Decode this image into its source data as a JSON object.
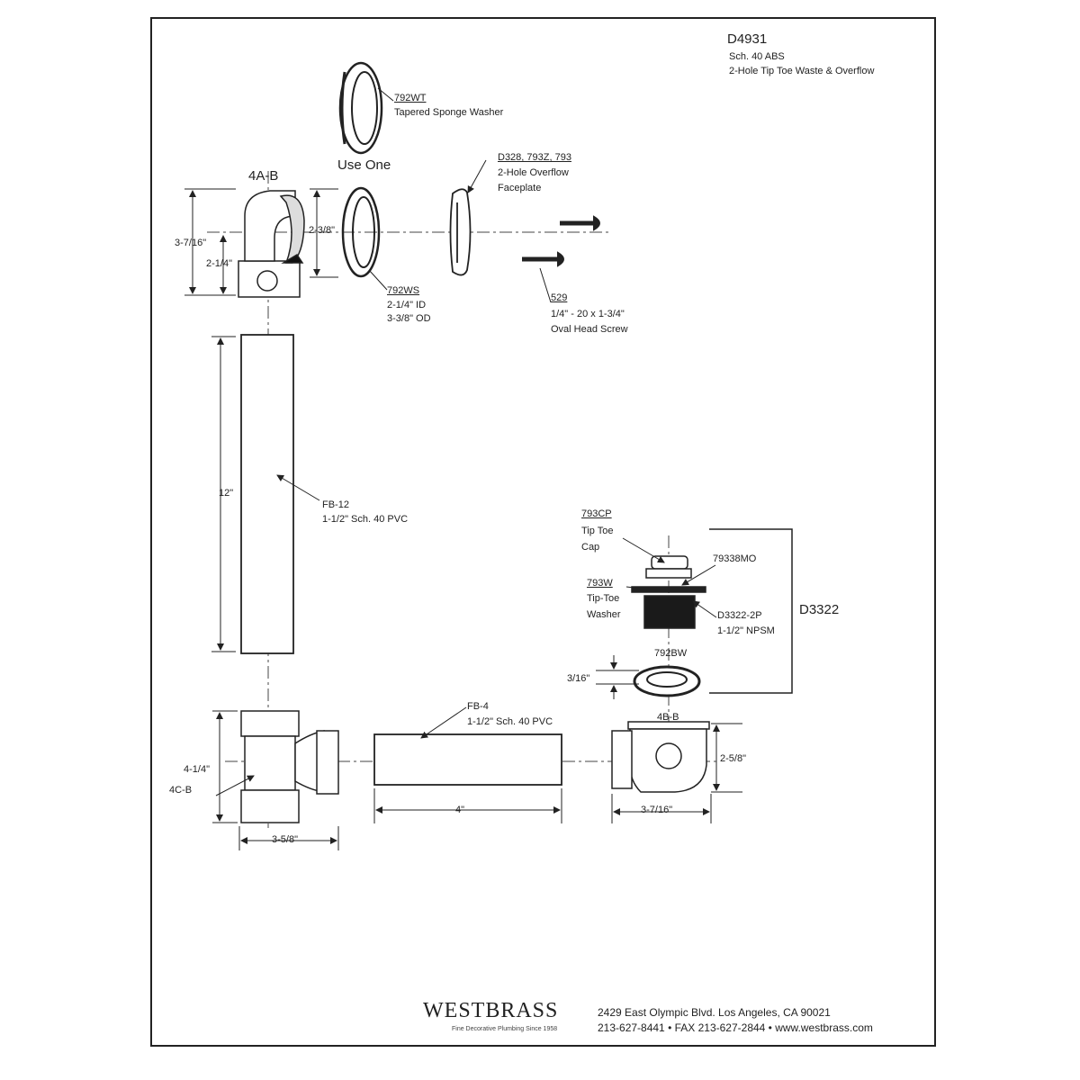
{
  "header": {
    "model": "D4931",
    "line1": "Sch. 40 ABS",
    "line2": "2-Hole Tip Toe Waste & Overflow"
  },
  "parts": {
    "washer_792wt": {
      "code": "792WT",
      "desc": "Tapered Sponge Washer"
    },
    "use_one": "Use One",
    "elbow": "4A-B",
    "faceplate": {
      "code": "D328, 793Z, 793",
      "line1": "2-Hole Overflow",
      "line2": "Faceplate"
    },
    "washer_792ws": {
      "code": "792WS",
      "line1": "2-1/4\" ID",
      "line2": "3-3/8\" OD"
    },
    "screw": {
      "code": "529",
      "line1": "1/4\" - 20 x 1-3/4\"",
      "line2": "Oval Head Screw"
    },
    "pipe12": {
      "code": "FB-12",
      "desc": "1-1/2\" Sch. 40 PVC"
    },
    "cap": {
      "code": "793CP",
      "line1": "Tip Toe",
      "line2": "Cap"
    },
    "body": "79338MO",
    "tiptoe_washer": {
      "code": "793W",
      "line1": "Tip-Toe",
      "line2": "Washer"
    },
    "drain": {
      "code": "D3322-2P",
      "desc": "1-1/2\" NPSM"
    },
    "assembly": "D3322",
    "washer_792bw": "792BW",
    "pipe4": {
      "code": "FB-4",
      "desc": "1-1/2\" Sch. 40 PVC"
    },
    "tee": "4C-B",
    "shoe": "4B-B"
  },
  "dimensions": {
    "elbow_height": "3-7/16\"",
    "elbow_center": "2-1/4\"",
    "washer_height": "2-3/8\"",
    "pipe12_length": "12\"",
    "washer_thickness": "3/16\"",
    "tee_height": "4-1/4\"",
    "tee_width": "3-5/8\"",
    "pipe4_length": "4\"",
    "shoe_height": "2-5/8\"",
    "shoe_width": "3-7/16\""
  },
  "footer": {
    "brand": "WESTBRASS",
    "tagline": "Fine Decorative Plumbing Since 1958",
    "address": "2429 East Olympic Blvd. Los Angeles, CA  90021",
    "contact": "213-627-8441 • FAX 213-627-2844 • www.westbrass.com"
  }
}
